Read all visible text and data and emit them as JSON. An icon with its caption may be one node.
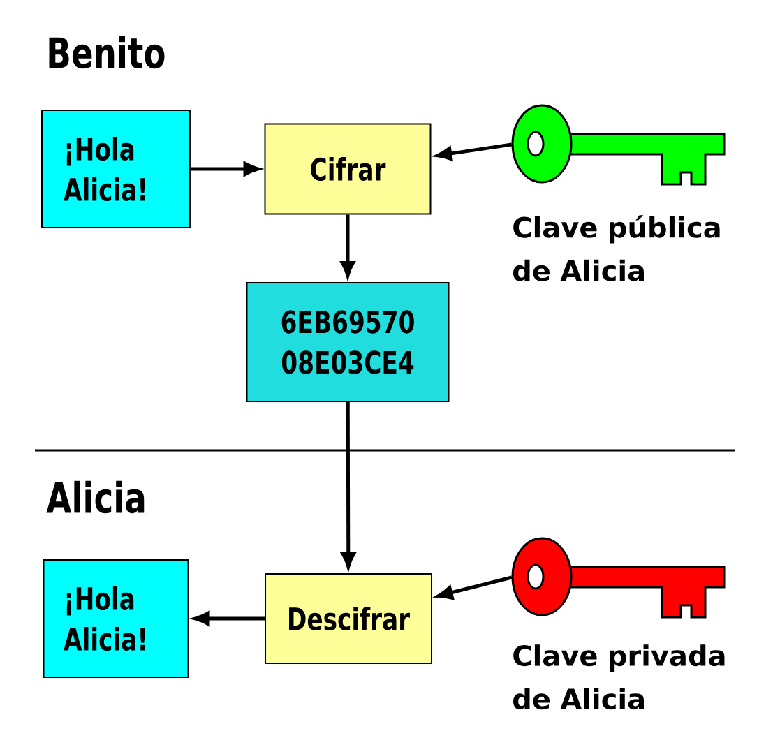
{
  "diagram": {
    "nodes": [
      {
        "text": [
          "¡Hola Alicia!"
        ]
      },
      {
        "text": [
          "Cifrar"
        ]
      },
      {
        "text": [],
        "shape": "key",
        "beside": [
          "Clave pública de Alicia"
        ]
      },
      {
        "text": [
          "6EB69570 08E03CE4"
        ]
      },
      {
        "text": [
          "¡Hola Alicia!"
        ]
      },
      {
        "text": [
          "Descifrar"
        ]
      },
      {
        "text": [],
        "shape": "key",
        "beside": [
          "Clave privada de Alicia"
        ]
      }
    ],
    "edges": [
      {
        "from": 0,
        "to": 1,
        "arrow": "to"
      },
      {
        "from": 2,
        "to": 1,
        "arrow": "to"
      },
      {
        "from": 1,
        "to": 3,
        "arrow": "to"
      },
      {
        "from": 3,
        "to": 5,
        "arrow": "to"
      },
      {
        "from": 6,
        "to": 5,
        "arrow": "to"
      },
      {
        "from": 5,
        "to": 4,
        "arrow": "to"
      }
    ],
    "labels": [
      "Benito",
      "Alicia"
    ]
  }
}
